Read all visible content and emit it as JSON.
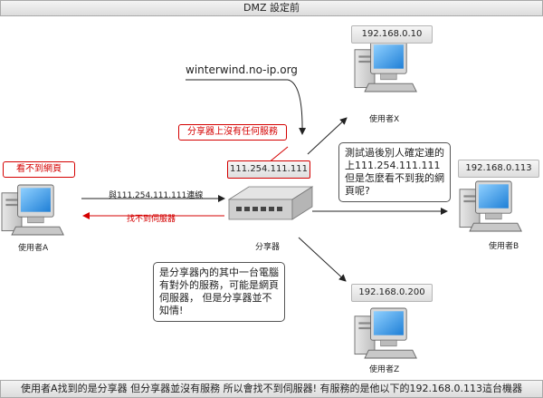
{
  "title": "DMZ 設定前",
  "footer": "使用者A找到的是分享器 但分享器並沒有服務 所以會找不到伺服器! 有服務的是他以下的192.168.0.113這台機器",
  "domain_label": "winterwind.no-ip.org",
  "router": {
    "ip": "111.254.111.111",
    "label": "分享器",
    "no_service_note": "分享器上沒有任何服務"
  },
  "user_a": {
    "label": "使用者A",
    "status_note": "看不到網頁"
  },
  "user_b": {
    "label": "使用者B",
    "ip": "192.168.0.113"
  },
  "user_x": {
    "label": "使用者X",
    "ip": "192.168.0.10"
  },
  "user_z": {
    "label": "使用者Z",
    "ip": "192.168.0.200"
  },
  "arrows": {
    "connect_label": "與111.254.111.111連線",
    "not_found_label": "找不到伺服器"
  },
  "notes": {
    "user_b_note": "測試過後別人確定連的上111.254.111.111 但是怎麼看不到我的網頁呢?",
    "router_note": "是分享器內的其中一台電腦有對外的服務，可能是網頁伺服器， 但是分享器並不知情!"
  }
}
